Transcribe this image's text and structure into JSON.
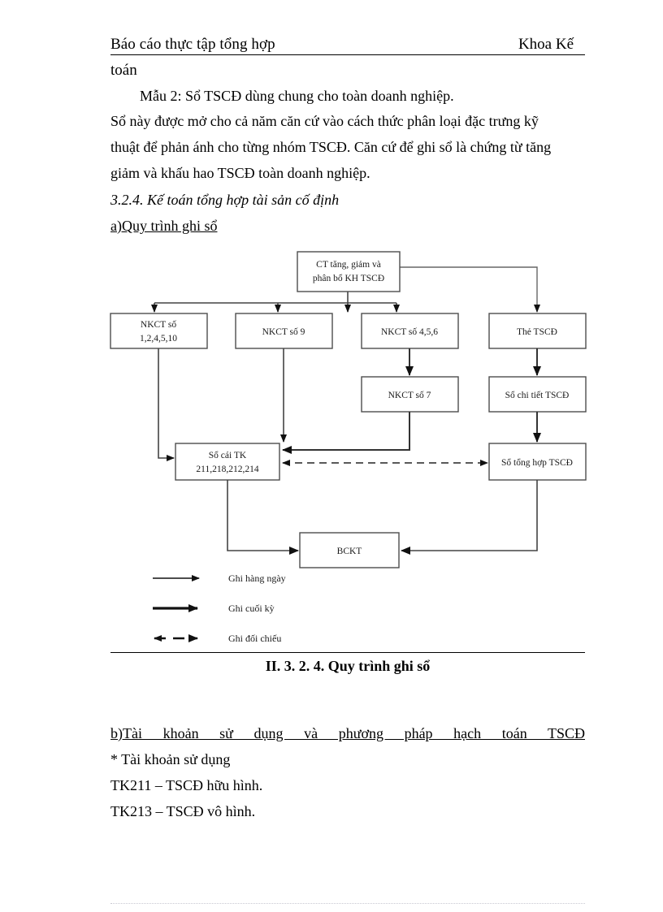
{
  "header": {
    "left": "Báo cáo thực tập tổng hợp",
    "right": "Khoa Kế",
    "continuation": "toán"
  },
  "body": {
    "sample_line": "Mẫu 2: Sổ TSCĐ dùng chung cho toàn doanh nghiệp.",
    "paragraph_lines": [
      "Sổ này được mở cho cả năm căn cứ vào cách thức phân loại đặc trưng kỹ",
      "thuật để phản ánh cho từng nhóm TSCĐ. Căn cứ để ghi sổ là chứng từ tăng",
      "giảm và khấu hao TSCĐ toàn doanh nghiệp."
    ],
    "section_heading": "3.2.4. Kế toán tổng hợp tài sản cố định",
    "sub_heading": "a)Quy trình ghi sổ"
  },
  "diagram": {
    "caption": "II. 3. 2. 4. Quy trình ghi sổ",
    "nodes": {
      "source": "CT tăng, giảm và\nphân bổ KH TSCĐ",
      "source_line1": "CT tăng, giảm và",
      "source_line2": "phân bổ KH TSCĐ",
      "nkct_1": "NKCT số",
      "nkct_1b": "1,2,4,5,10",
      "nkct_9": "NKCT số 9",
      "nkct_456": "NKCT số 4,5,6",
      "the_tscd": "Thẻ TSCĐ",
      "nkct_7": "NKCT số 7",
      "so_chi_tiet": "Sổ chi tiết TSCĐ",
      "so_cai_l1": "Sổ cái TK",
      "so_cai_l2": "211,218,212,214",
      "so_tong_hop": "Sổ tổng hợp TSCĐ",
      "bckt": "BCKT"
    },
    "legend": [
      {
        "label": "Ghi hàng ngày",
        "style": "thin-arrow"
      },
      {
        "label": "Ghi cuối kỳ",
        "style": "thick-arrow"
      },
      {
        "label": "Ghi đối chiếu",
        "style": "dashed-double-arrow"
      }
    ]
  },
  "lower": {
    "b_heading": "b)Tài khoản sử dụng và phương pháp hạch toán TSCĐ",
    "line_star": "* Tài khoản sử dụng",
    "line_tk211": "TK211 – TSCĐ hữu hình.",
    "line_tk213": "TK213 – TSCĐ vô hình."
  },
  "colors": {
    "ink": "#000000",
    "box_stroke": "#4d4d4d",
    "footer_rule": "#c8c8d2"
  }
}
